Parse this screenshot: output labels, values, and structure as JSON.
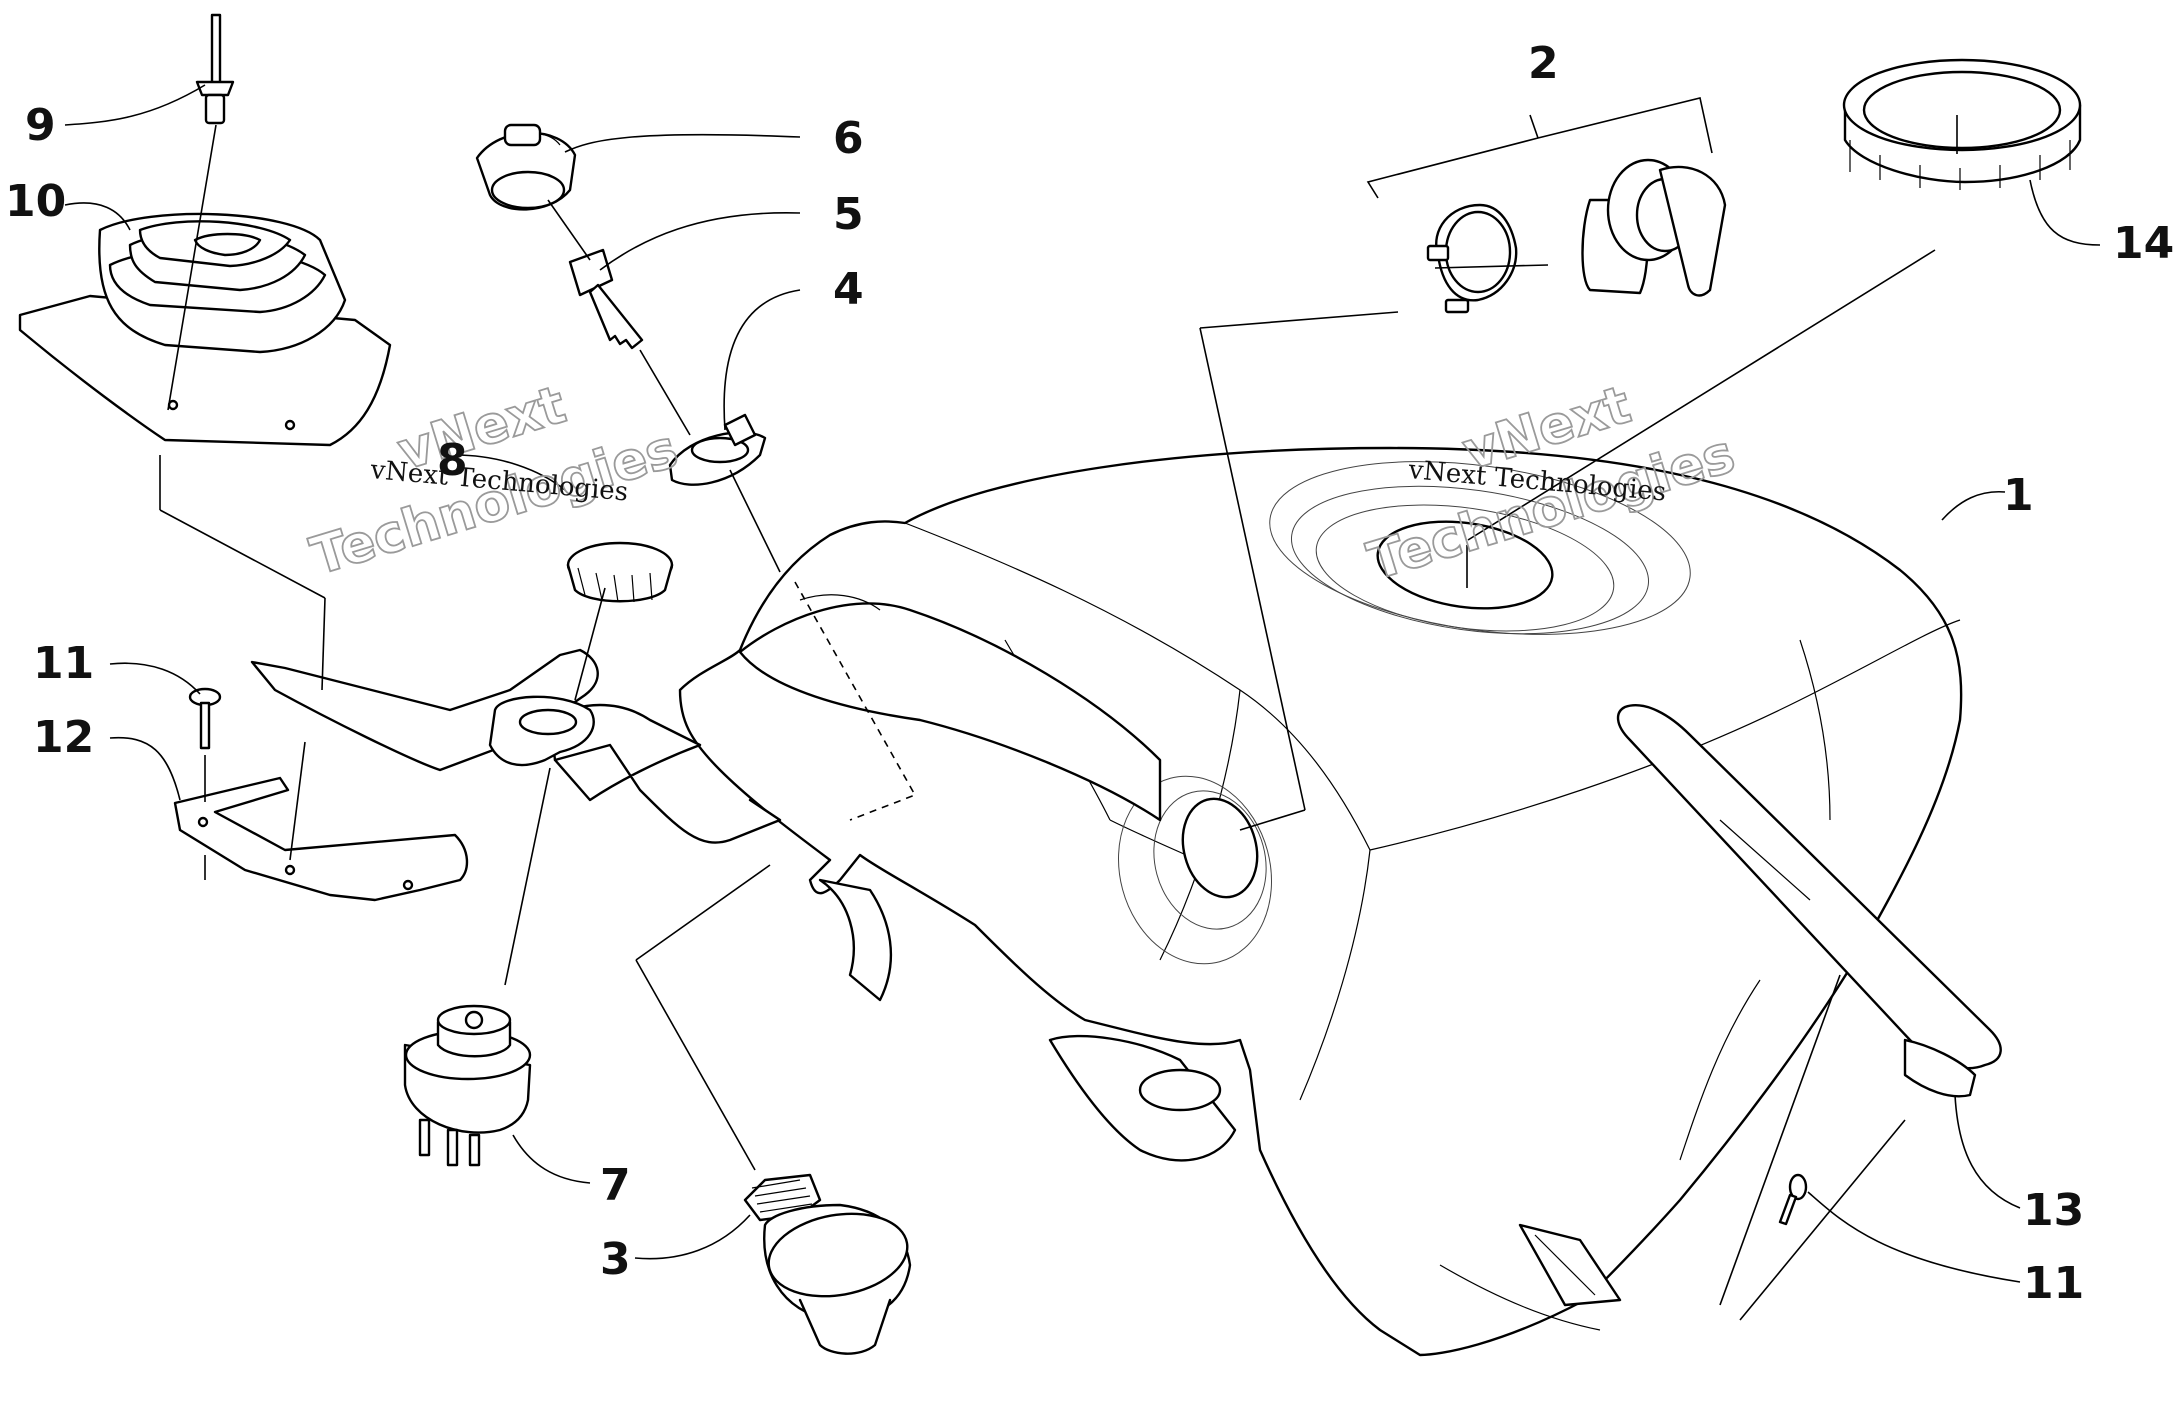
{
  "callouts": {
    "c1": "1",
    "c2": "2",
    "c3": "3",
    "c4": "4",
    "c5": "5",
    "c6": "6",
    "c7": "7",
    "c8": "8",
    "c9": "9",
    "c10": "10",
    "c11a": "11",
    "c11b": "11",
    "c12": "12",
    "c13": "13",
    "c14": "14"
  },
  "watermarks": {
    "left_company": "vNext Technologies",
    "left_big_1": "vNext",
    "left_big_2": "Technologies",
    "right_company": "vNext Technologies",
    "right_big_1": "vNext",
    "right_big_2": "Technologies"
  }
}
